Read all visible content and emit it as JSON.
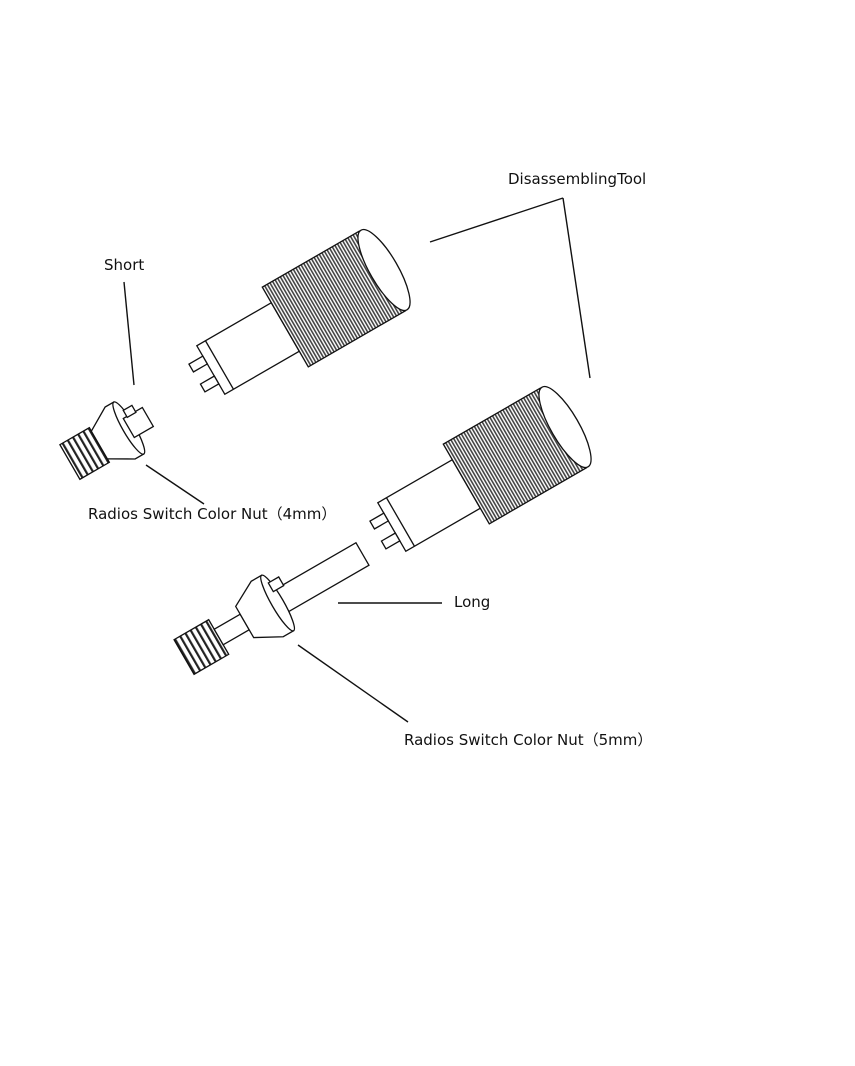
{
  "labels": {
    "disassembling_tool": "DisassemblingTool",
    "short": "Short",
    "long": "Long",
    "nut_4mm": "Radios Switch Color Nut（4mm）",
    "nut_5mm": "Radios Switch Color Nut（5mm）"
  },
  "colors": {
    "line": "#111111",
    "knurl_fill": "#555555",
    "background": "#ffffff"
  }
}
